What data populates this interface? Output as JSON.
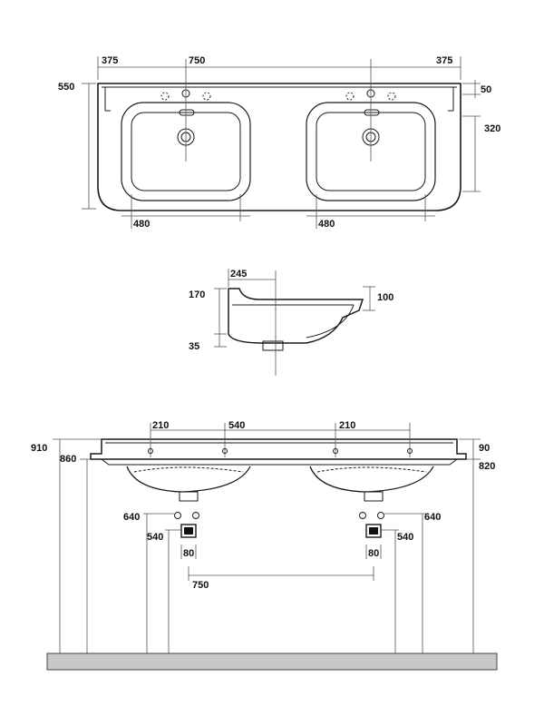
{
  "top_view": {
    "width_left": "375",
    "width_center": "750",
    "width_right": "375",
    "height_total": "550",
    "rim_depth": "50",
    "bowl_depth": "320",
    "bowl_left_width": "480",
    "bowl_right_width": "480"
  },
  "side_view": {
    "depth_top": "245",
    "height_back": "170",
    "height_front": "100",
    "drain_offset": "35"
  },
  "front_view": {
    "hole_spacing_left": "210",
    "center_span": "540",
    "hole_spacing_right": "210",
    "height_total_left": "910",
    "height_rim_left": "860",
    "rim_thickness_right": "90",
    "height_rim_right": "820",
    "drain_height_left": "640",
    "waste_height_left": "540",
    "waste_width_left": "80",
    "drain_height_right": "640",
    "waste_height_right": "540",
    "waste_width_right": "80",
    "waste_spacing": "750"
  }
}
